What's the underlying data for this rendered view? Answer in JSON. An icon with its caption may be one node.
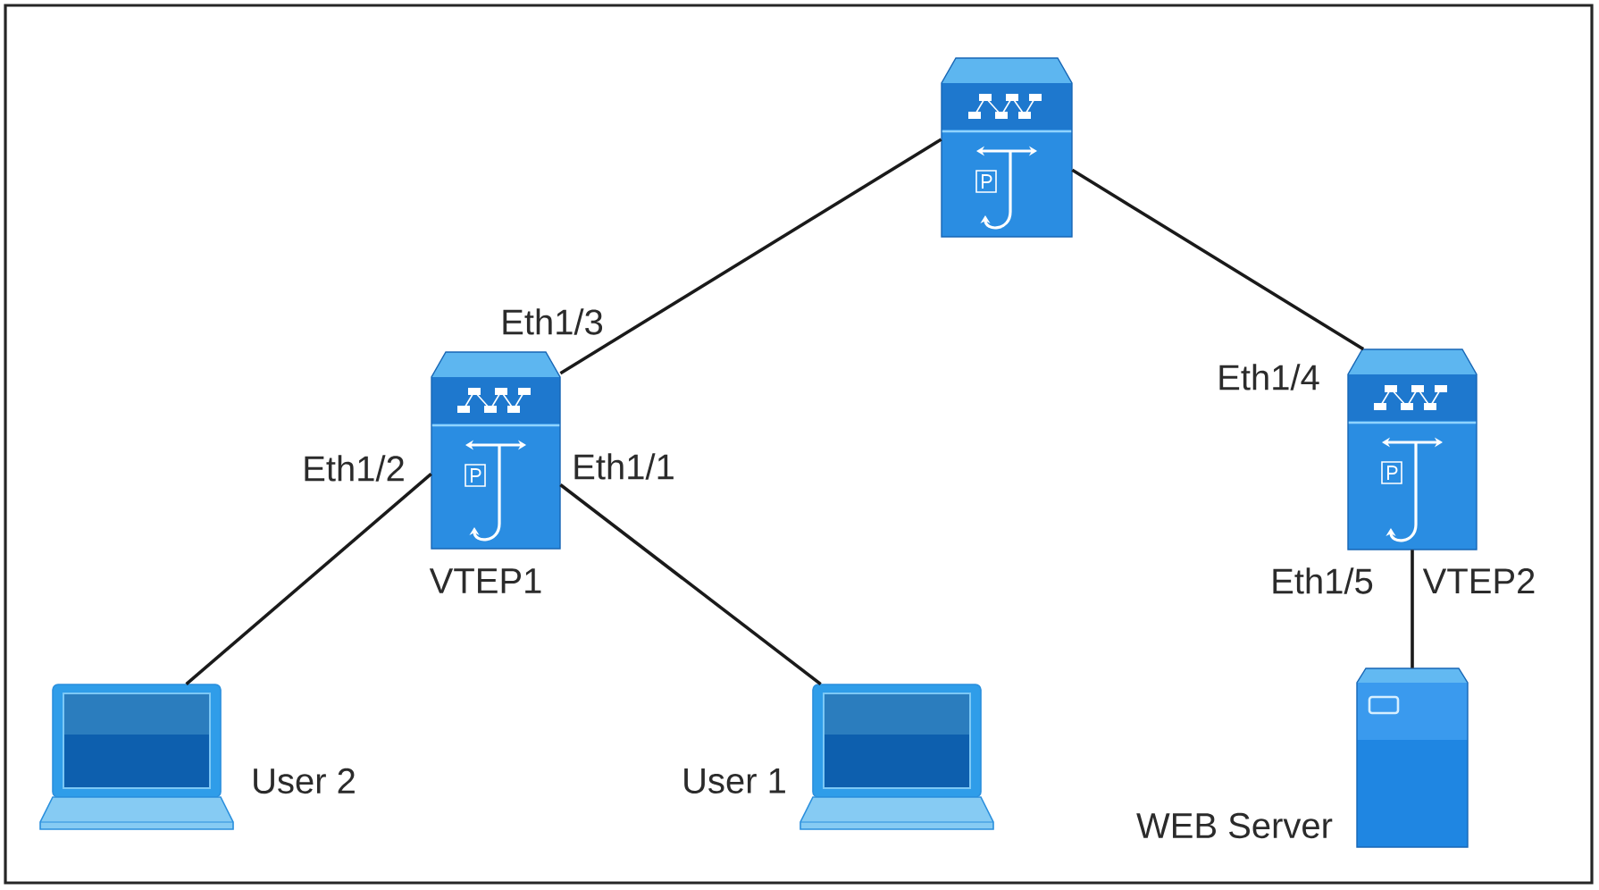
{
  "diagram": {
    "nodes": [
      {
        "text": [],
        "shape": "picture"
      },
      {
        "text": [],
        "shape": "picture",
        "beside": [
          "VTEP1"
        ]
      },
      {
        "text": [],
        "shape": "picture",
        "beside": [
          "VTEP2"
        ]
      },
      {
        "text": [],
        "shape": "picture",
        "beside": [
          "User 2"
        ]
      },
      {
        "text": [],
        "shape": "picture",
        "beside": [
          "User 1"
        ]
      },
      {
        "text": [],
        "shape": "picture",
        "beside": [
          "WEB Server"
        ]
      }
    ],
    "edges": [
      {
        "from": 0,
        "to": 1,
        "arrow": "none",
        "label": "Eth1/3"
      },
      {
        "from": 0,
        "to": 2,
        "arrow": "none",
        "label": "Eth1/4"
      },
      {
        "from": 1,
        "to": 3,
        "arrow": "none",
        "label": "Eth1/2"
      },
      {
        "from": 1,
        "to": 4,
        "arrow": "none",
        "label": "Eth1/1"
      },
      {
        "from": 2,
        "to": 5,
        "arrow": "none",
        "label": "Eth1/5"
      }
    ]
  }
}
